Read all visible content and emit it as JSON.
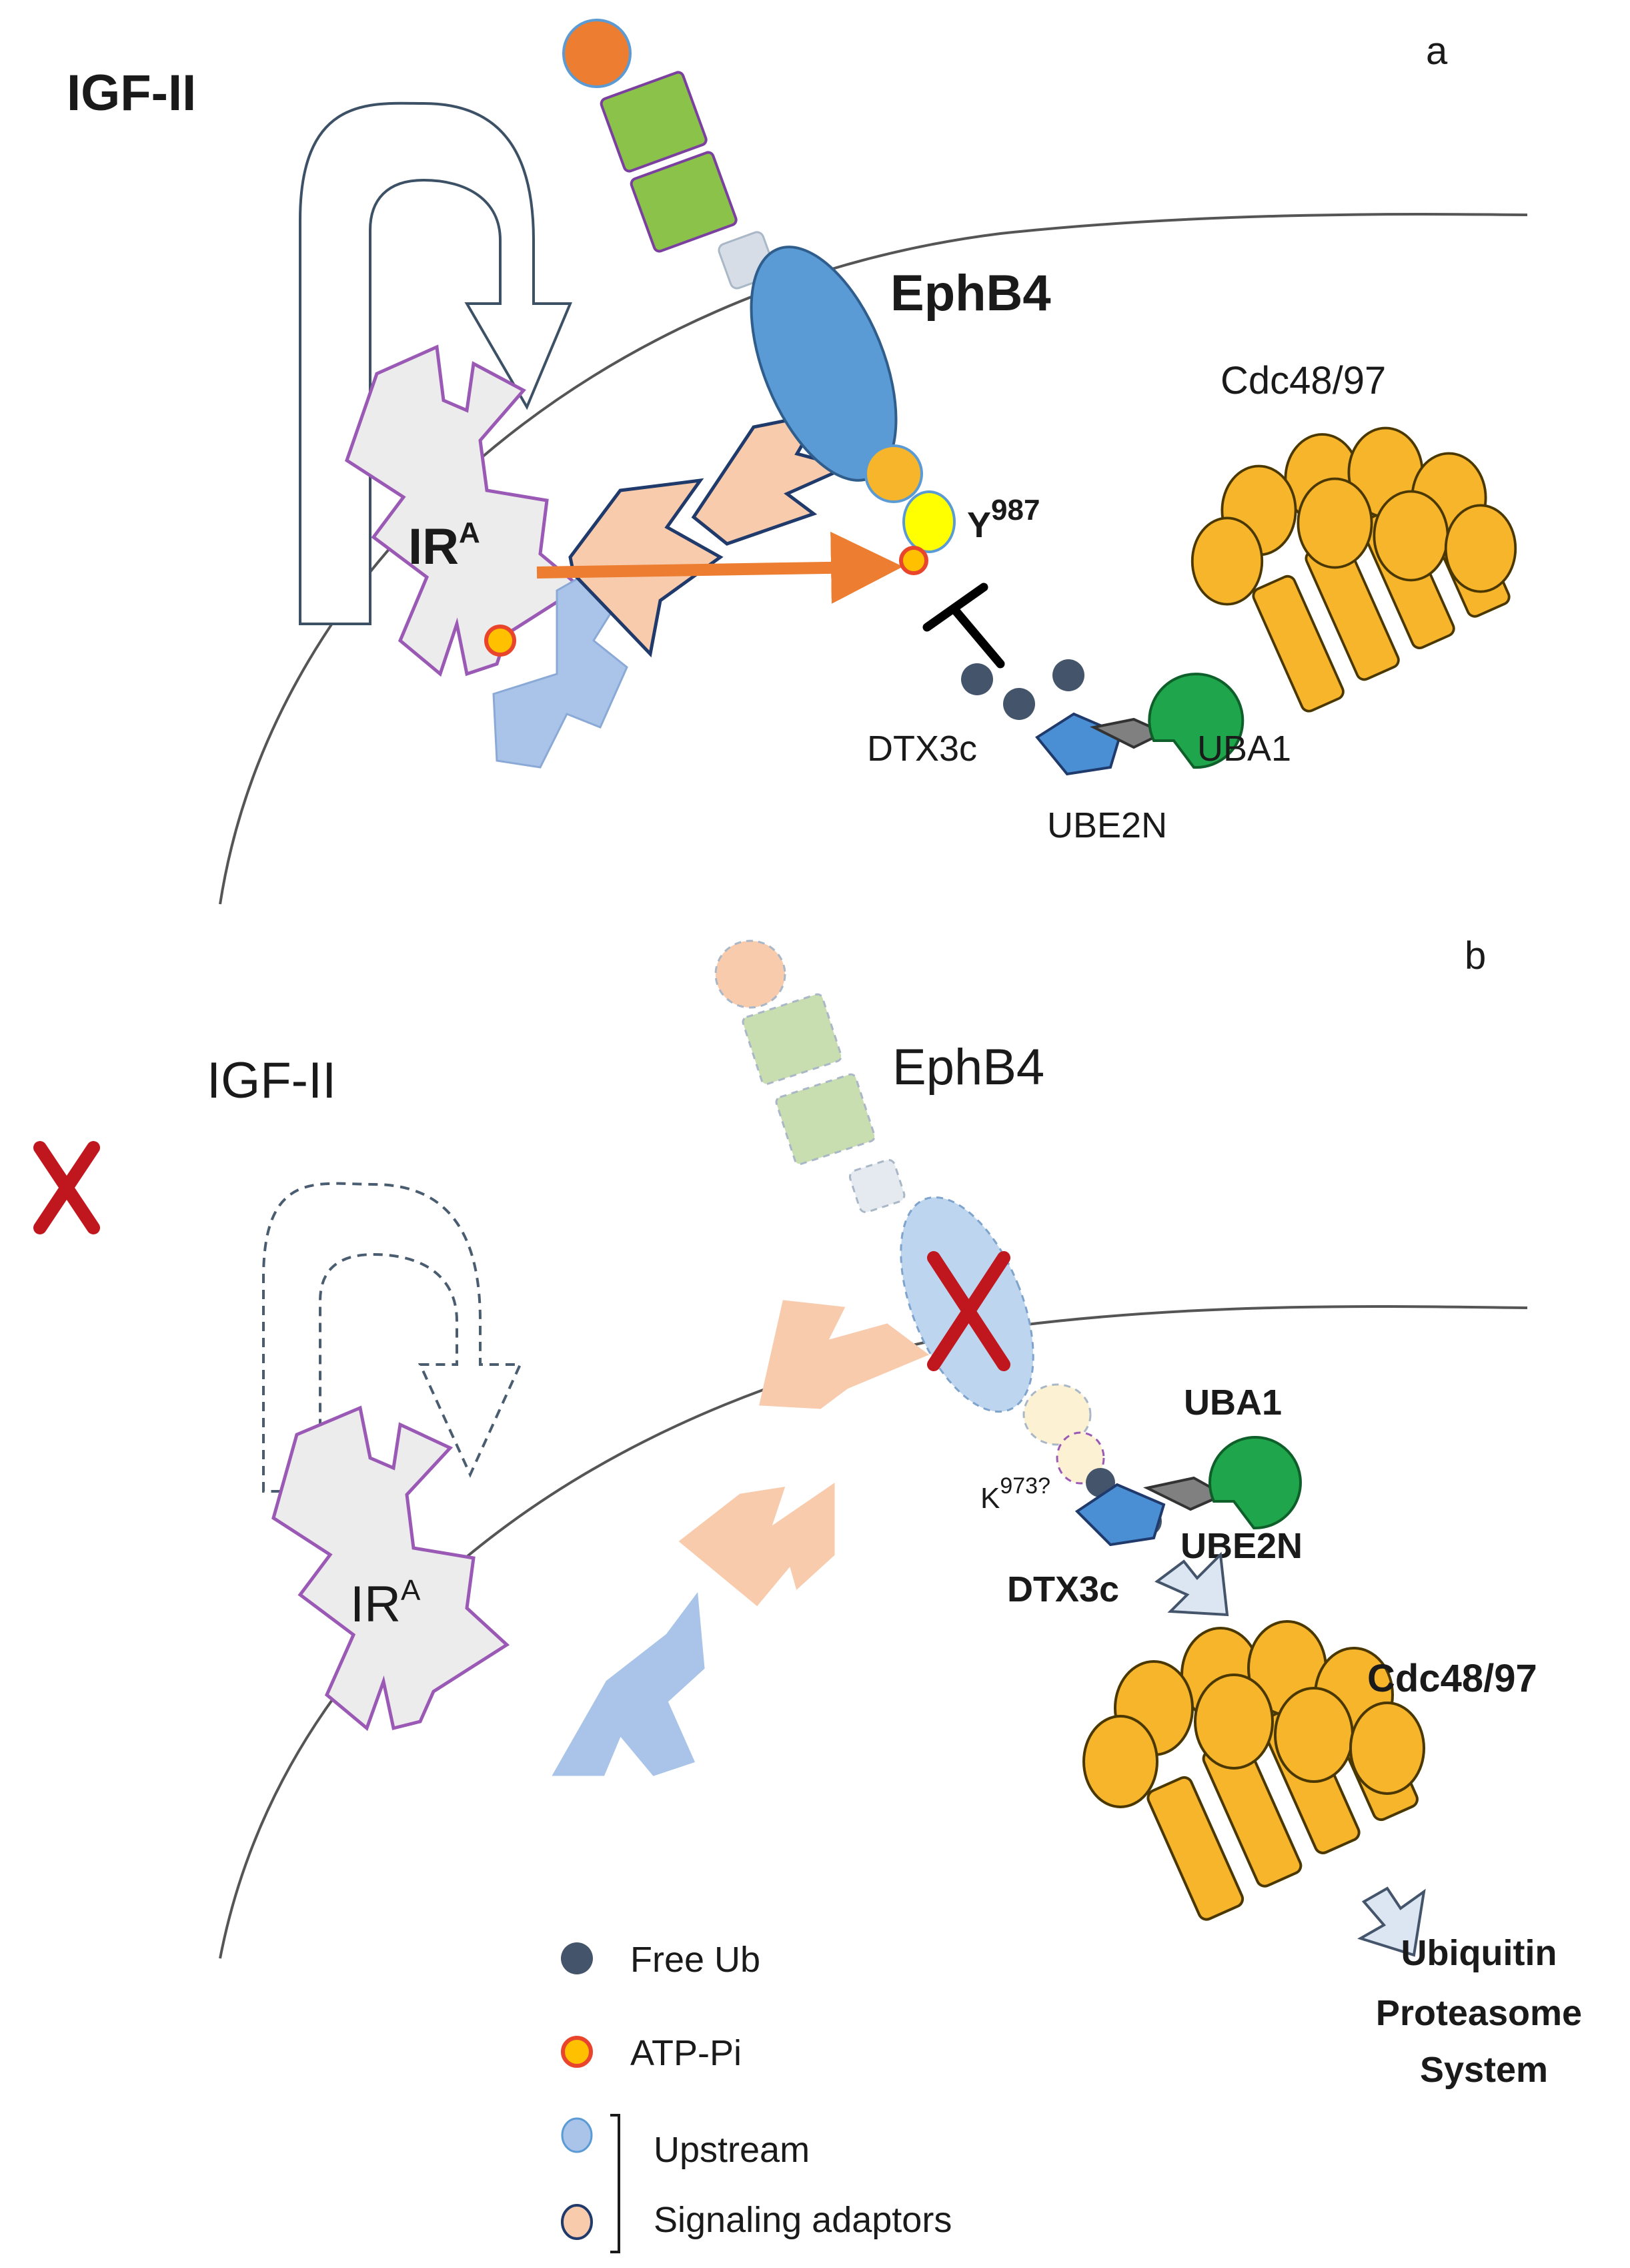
{
  "panels": {
    "a": {
      "letter": "a",
      "ligand": "IGF-II",
      "receptor": {
        "main": "IR",
        "sup": "A"
      },
      "ephb4": "EphB4",
      "phospho_site": {
        "main": "Y",
        "sup": "987"
      },
      "cdc": "Cdc48/97",
      "dtx": "DTX3c",
      "uba": "UBA1",
      "ube": "UBE2N"
    },
    "b": {
      "letter": "b",
      "ligand": "IGF-II",
      "receptor": {
        "main": "IR",
        "sup": "A"
      },
      "ephb4": "EphB4",
      "lys_site": {
        "main": "K",
        "sup": "973?"
      },
      "uba": "UBA1",
      "ube": "UBE2N",
      "dtx": "DTX3c",
      "cdc": "Cdc48/97",
      "ups": [
        "Ubiquitin",
        "Proteasome",
        "System"
      ]
    }
  },
  "legend": {
    "free_ub": "Free Ub",
    "atp": "ATP-Pi",
    "upstream": "Upstream",
    "adaptors": "Signaling adaptors"
  },
  "colors": {
    "orange_arrow": "#ED7D31",
    "inhibit": "#000000",
    "ub_dot": "#44546A",
    "atp_fill": "#FFC000",
    "atp_stroke": "#E8452C",
    "cdc_fill": "#F7B52B",
    "uba_green": "#1FA54B",
    "dtx_blue": "#4A8FD4",
    "ephb4_blue": "#5B9BD5",
    "ephb4_green": "#8BC34A",
    "ephb4_orange": "#ED7D31",
    "adaptor_peach": "#F8CBAD",
    "upstream_blue": "#A9C4E8",
    "receptor_purple": "#9B59B6",
    "x_mark": "#C0171E"
  }
}
